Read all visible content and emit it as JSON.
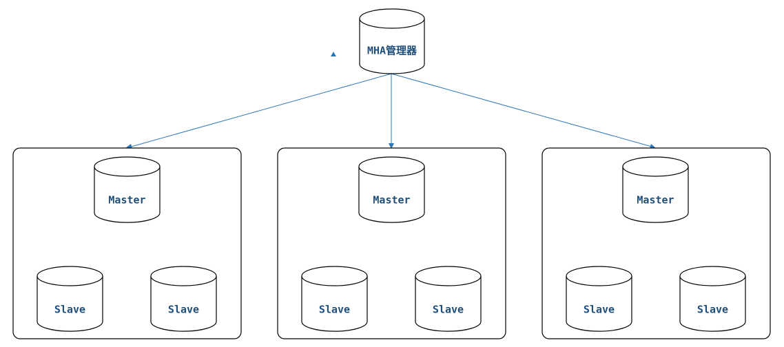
{
  "manager": {
    "label": "MHA管理器"
  },
  "groups": [
    {
      "master": "Master",
      "slaves": [
        "Slave",
        "Slave"
      ]
    },
    {
      "master": "Master",
      "slaves": [
        "Slave",
        "Slave"
      ]
    },
    {
      "master": "Master",
      "slaves": [
        "Slave",
        "Slave"
      ]
    }
  ],
  "colors": {
    "edge": "#2e75b6",
    "label": "#1f4e79",
    "outline": "#000000"
  }
}
